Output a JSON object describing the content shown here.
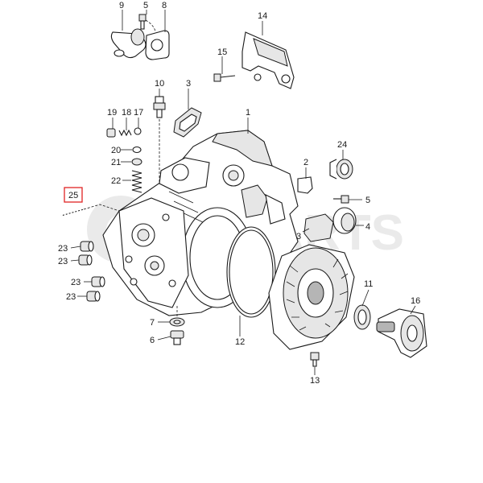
{
  "labels": {
    "p1": "1",
    "p2": "2",
    "p3a": "3",
    "p3b": "3",
    "p4": "4",
    "p5a": "5",
    "p5b": "5",
    "p6": "6",
    "p7": "7",
    "p8": "8",
    "p9": "9",
    "p10": "10",
    "p11": "11",
    "p12": "12",
    "p13": "13",
    "p14": "14",
    "p15": "15",
    "p16": "16",
    "p17": "17",
    "p18": "18",
    "p19": "19",
    "p20": "20",
    "p21": "21",
    "p22": "22",
    "p23a": "23",
    "p23b": "23",
    "p23c": "23",
    "p23d": "23",
    "p24": "24",
    "p25": "25"
  },
  "watermark": "RMPARTS",
  "colors": {
    "line": "#1a1a1a",
    "highlight_box": "#e02424",
    "watermark": "#d9d9d9"
  }
}
